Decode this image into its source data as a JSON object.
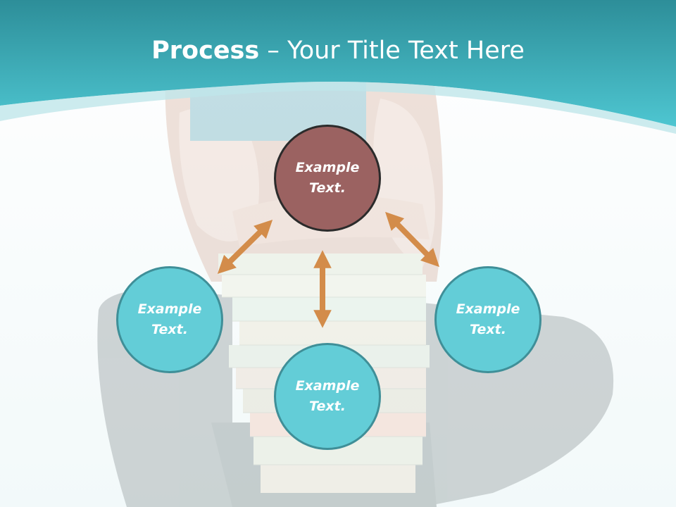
{
  "title": {
    "strong": "Process",
    "separator": " – ",
    "rest": "Your Title Text Here"
  },
  "nodes": {
    "top": {
      "line1": "Example",
      "line2": "Text."
    },
    "left": {
      "line1": "Example",
      "line2": "Text."
    },
    "right": {
      "line1": "Example",
      "line2": "Text."
    },
    "bottom": {
      "line1": "Example",
      "line2": "Text."
    }
  },
  "colors": {
    "header_teal": "#49c0cc",
    "center_node": "#9b6261",
    "satellite_node": "#63cdd7",
    "arrow": "#d38c4a"
  },
  "icons": {
    "arrows": "double-headed-arrow"
  }
}
